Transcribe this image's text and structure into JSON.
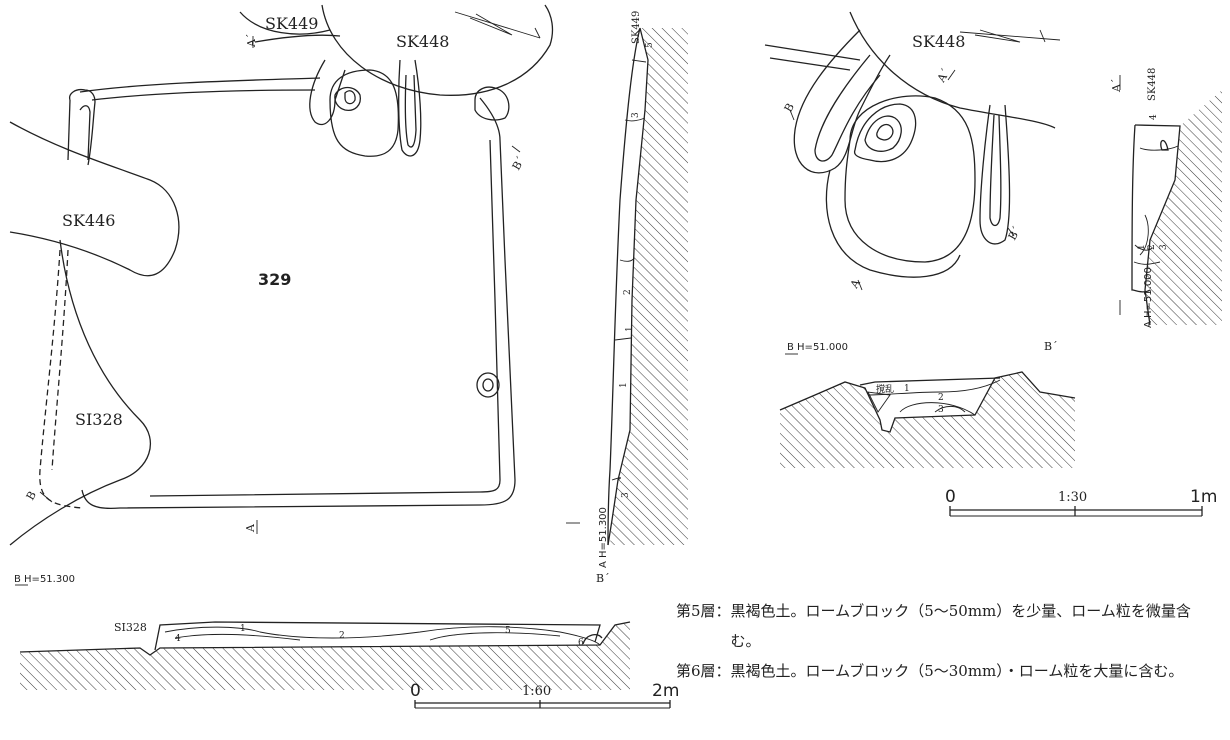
{
  "plan_left": {
    "labels": {
      "sk449": "SK449",
      "sk448": "SK448",
      "sk446": "SK446",
      "pit_number": "329",
      "si328": "SI328",
      "a_prime": "A´",
      "a": "A",
      "b_prime": "B´",
      "b": "B"
    }
  },
  "section_a_left": {
    "labels": {
      "pit": "SK449",
      "datum": "A  H=51.300",
      "layers": [
        "5",
        "3",
        "2",
        "1",
        "1",
        "3"
      ]
    }
  },
  "section_b_left": {
    "labels": {
      "datum": "B  H=51.300",
      "b_prime": "B´",
      "si328": "SI328",
      "layers": [
        "4",
        "1",
        "2",
        "5",
        "6"
      ]
    }
  },
  "scale_left": {
    "zero": "0",
    "ratio": "1:60",
    "end": "2m"
  },
  "plan_right": {
    "labels": {
      "sk448": "SK448",
      "a_prime": "A´",
      "a": "A",
      "b": "B",
      "b_prime": "B´"
    }
  },
  "section_a_right": {
    "labels": {
      "pit": "SK448",
      "a_prime": "A´",
      "datum": "A  H=51.000",
      "layers": [
        "4",
        "1",
        "2",
        "3"
      ]
    }
  },
  "section_b_right": {
    "labels": {
      "datum": "B  H=51.000",
      "b_prime": "B´",
      "disturbance": "撹乱",
      "layers": [
        "1",
        "2",
        "3"
      ]
    }
  },
  "scale_right": {
    "zero": "0",
    "ratio": "1:30",
    "end": "1m"
  },
  "legend": [
    {
      "tag": "第5層：",
      "text": "黒褐色土。ロームブロック（5〜50mm）を少量、ローム粒を微量含む。"
    },
    {
      "tag": "第6層：",
      "text": "黒褐色土。ロームブロック（5〜30mm）・ローム粒を大量に含む。"
    }
  ]
}
